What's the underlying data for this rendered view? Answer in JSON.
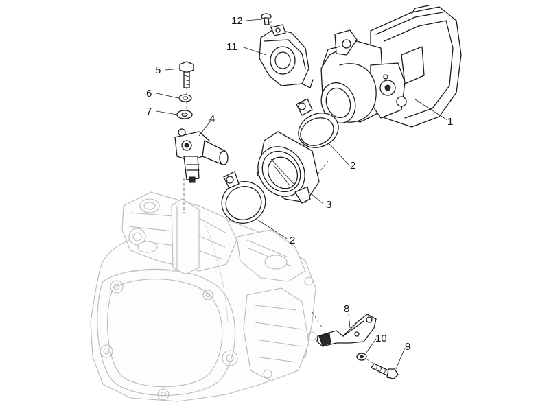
{
  "callouts": [
    {
      "id": "1",
      "label": "1"
    },
    {
      "id": "2a",
      "label": "2"
    },
    {
      "id": "2b",
      "label": "2"
    },
    {
      "id": "3",
      "label": "3"
    },
    {
      "id": "4",
      "label": "4"
    },
    {
      "id": "5",
      "label": "5"
    },
    {
      "id": "6",
      "label": "6"
    },
    {
      "id": "7",
      "label": "7"
    },
    {
      "id": "8",
      "label": "8"
    },
    {
      "id": "9",
      "label": "9"
    },
    {
      "id": "10",
      "label": "10"
    },
    {
      "id": "11",
      "label": "11"
    },
    {
      "id": "12",
      "label": "12"
    }
  ]
}
